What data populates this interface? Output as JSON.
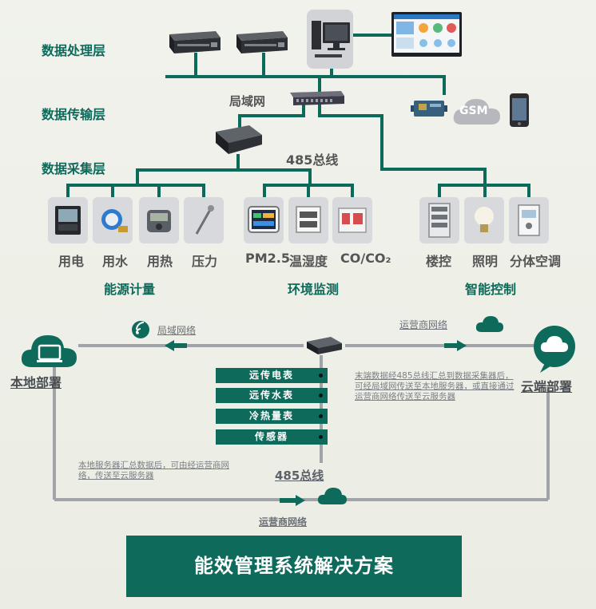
{
  "layers": {
    "processing": "数据处理层",
    "transmission": "数据传输层",
    "collection": "数据采集层"
  },
  "network": {
    "lan": "局域网",
    "bus_top": "485总线",
    "gsm": "GSM"
  },
  "devices": {
    "energy": {
      "group": "能源计量",
      "items": [
        "用电",
        "用水",
        "用热",
        "压力"
      ]
    },
    "environment": {
      "group": "环境监测",
      "items": [
        "PM2.5",
        "温湿度",
        "CO/CO₂"
      ]
    },
    "control": {
      "group": "智能控制",
      "items": [
        "楼控",
        "照明",
        "分体空调"
      ]
    }
  },
  "deployment": {
    "local": "本地部署",
    "cloud": "云端部署",
    "lan_network": "局域网络",
    "carrier_top": "运营商网络",
    "carrier_bottom": "运营商网络",
    "bus_bottom": "485总线",
    "meters": [
      "远传电表",
      "远传水表",
      "冷热量表",
      "传感器"
    ],
    "note_right": "末端数据经485总线汇总到数据采集器后，可经局域网传送至本地服务器，或直接通过运营商网络传送至云服务器",
    "note_left": "本地服务器汇总数据后，可由经运营商网络，传送至云服务器"
  },
  "banner": "能效管理系统解决方案",
  "colors": {
    "primary": "#0e6b5c",
    "line": "#0c6a5a",
    "gray_line": "#a0a3a8"
  }
}
